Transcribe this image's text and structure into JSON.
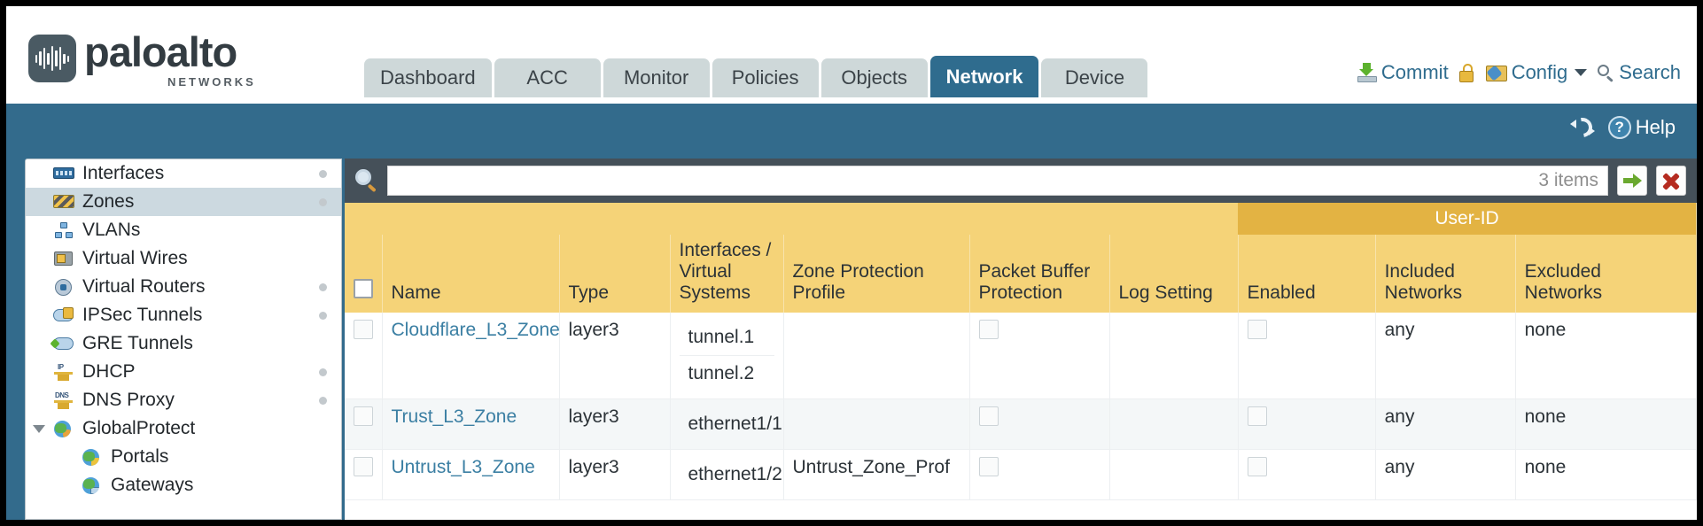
{
  "brand": {
    "name": "paloalto",
    "tagline": "NETWORKS",
    "registered": "®"
  },
  "nav": {
    "tabs": [
      {
        "label": "Dashboard",
        "active": false
      },
      {
        "label": "ACC",
        "active": false
      },
      {
        "label": "Monitor",
        "active": false
      },
      {
        "label": "Policies",
        "active": false
      },
      {
        "label": "Objects",
        "active": false
      },
      {
        "label": "Network",
        "active": true
      },
      {
        "label": "Device",
        "active": false
      }
    ]
  },
  "header_actions": {
    "commit": "Commit",
    "lock_icon": "lock-icon",
    "config": "Config",
    "search": "Search"
  },
  "subheader": {
    "refresh_icon": "refresh-icon",
    "help": "Help"
  },
  "sidebar": {
    "items": [
      {
        "label": "Interfaces",
        "icon": "interfaces-icon",
        "dot": true,
        "selected": false,
        "child": false,
        "expander": false
      },
      {
        "label": "Zones",
        "icon": "zones-icon",
        "dot": true,
        "selected": true,
        "child": false,
        "expander": false
      },
      {
        "label": "VLANs",
        "icon": "vlans-icon",
        "dot": false,
        "selected": false,
        "child": false,
        "expander": false
      },
      {
        "label": "Virtual Wires",
        "icon": "virtual-wires-icon",
        "dot": false,
        "selected": false,
        "child": false,
        "expander": false
      },
      {
        "label": "Virtual Routers",
        "icon": "virtual-routers-icon",
        "dot": true,
        "selected": false,
        "child": false,
        "expander": false
      },
      {
        "label": "IPSec Tunnels",
        "icon": "ipsec-tunnels-icon",
        "dot": true,
        "selected": false,
        "child": false,
        "expander": false
      },
      {
        "label": "GRE Tunnels",
        "icon": "gre-tunnels-icon",
        "dot": false,
        "selected": false,
        "child": false,
        "expander": false
      },
      {
        "label": "DHCP",
        "icon": "dhcp-icon",
        "dot": true,
        "selected": false,
        "child": false,
        "expander": false
      },
      {
        "label": "DNS Proxy",
        "icon": "dns-proxy-icon",
        "dot": true,
        "selected": false,
        "child": false,
        "expander": false
      },
      {
        "label": "GlobalProtect",
        "icon": "globalprotect-icon",
        "dot": false,
        "selected": false,
        "child": false,
        "expander": true
      },
      {
        "label": "Portals",
        "icon": "portals-icon",
        "dot": false,
        "selected": false,
        "child": true,
        "expander": false
      },
      {
        "label": "Gateways",
        "icon": "gateways-icon",
        "dot": false,
        "selected": false,
        "child": true,
        "expander": false
      }
    ]
  },
  "search": {
    "value": "",
    "item_count": "3 items",
    "apply_icon": "apply-filter-icon",
    "clear_icon": "clear-filter-icon"
  },
  "table": {
    "group_header": "User-ID",
    "columns": [
      "Name",
      "Type",
      "Interfaces / Virtual Systems",
      "Zone Protection Profile",
      "Packet Buffer Protection",
      "Log Setting",
      "Enabled",
      "Included Networks",
      "Excluded Networks"
    ],
    "columns_split": {
      "name": "Name",
      "type": "Type",
      "interfaces_1": "Interfaces /",
      "interfaces_2": "Virtual",
      "interfaces_3": "Systems",
      "zpp_1": "Zone Protection",
      "zpp_2": "Profile",
      "pbp_1": "Packet Buffer",
      "pbp_2": "Protection",
      "log": "Log Setting",
      "enabled": "Enabled",
      "inc_1": "Included",
      "inc_2": "Networks",
      "exc_1": "Excluded",
      "exc_2": "Networks"
    },
    "rows": [
      {
        "selected": false,
        "name": "Cloudflare_L3_Zone",
        "type": "layer3",
        "interfaces": [
          "tunnel.1",
          "tunnel.2"
        ],
        "zone_protection_profile": "",
        "packet_buffer_protection": false,
        "log_setting": "",
        "userid_enabled": false,
        "included_networks": "any",
        "excluded_networks": "none"
      },
      {
        "selected": false,
        "name": "Trust_L3_Zone",
        "type": "layer3",
        "interfaces": [
          "ethernet1/1"
        ],
        "zone_protection_profile": "",
        "packet_buffer_protection": false,
        "log_setting": "",
        "userid_enabled": false,
        "included_networks": "any",
        "excluded_networks": "none"
      },
      {
        "selected": false,
        "name": "Untrust_L3_Zone",
        "type": "layer3",
        "interfaces": [
          "ethernet1/2"
        ],
        "zone_protection_profile": "Untrust_Zone_Prof",
        "packet_buffer_protection": false,
        "log_setting": "",
        "userid_enabled": false,
        "included_networks": "any",
        "excluded_networks": "none"
      }
    ]
  },
  "colors": {
    "brand_blue": "#336b8c",
    "active_tab": "#2f6c8e",
    "table_header": "#f5d378",
    "group_header": "#e3b343",
    "link": "#3b7fa3",
    "toolbar_dark": "#455059"
  }
}
